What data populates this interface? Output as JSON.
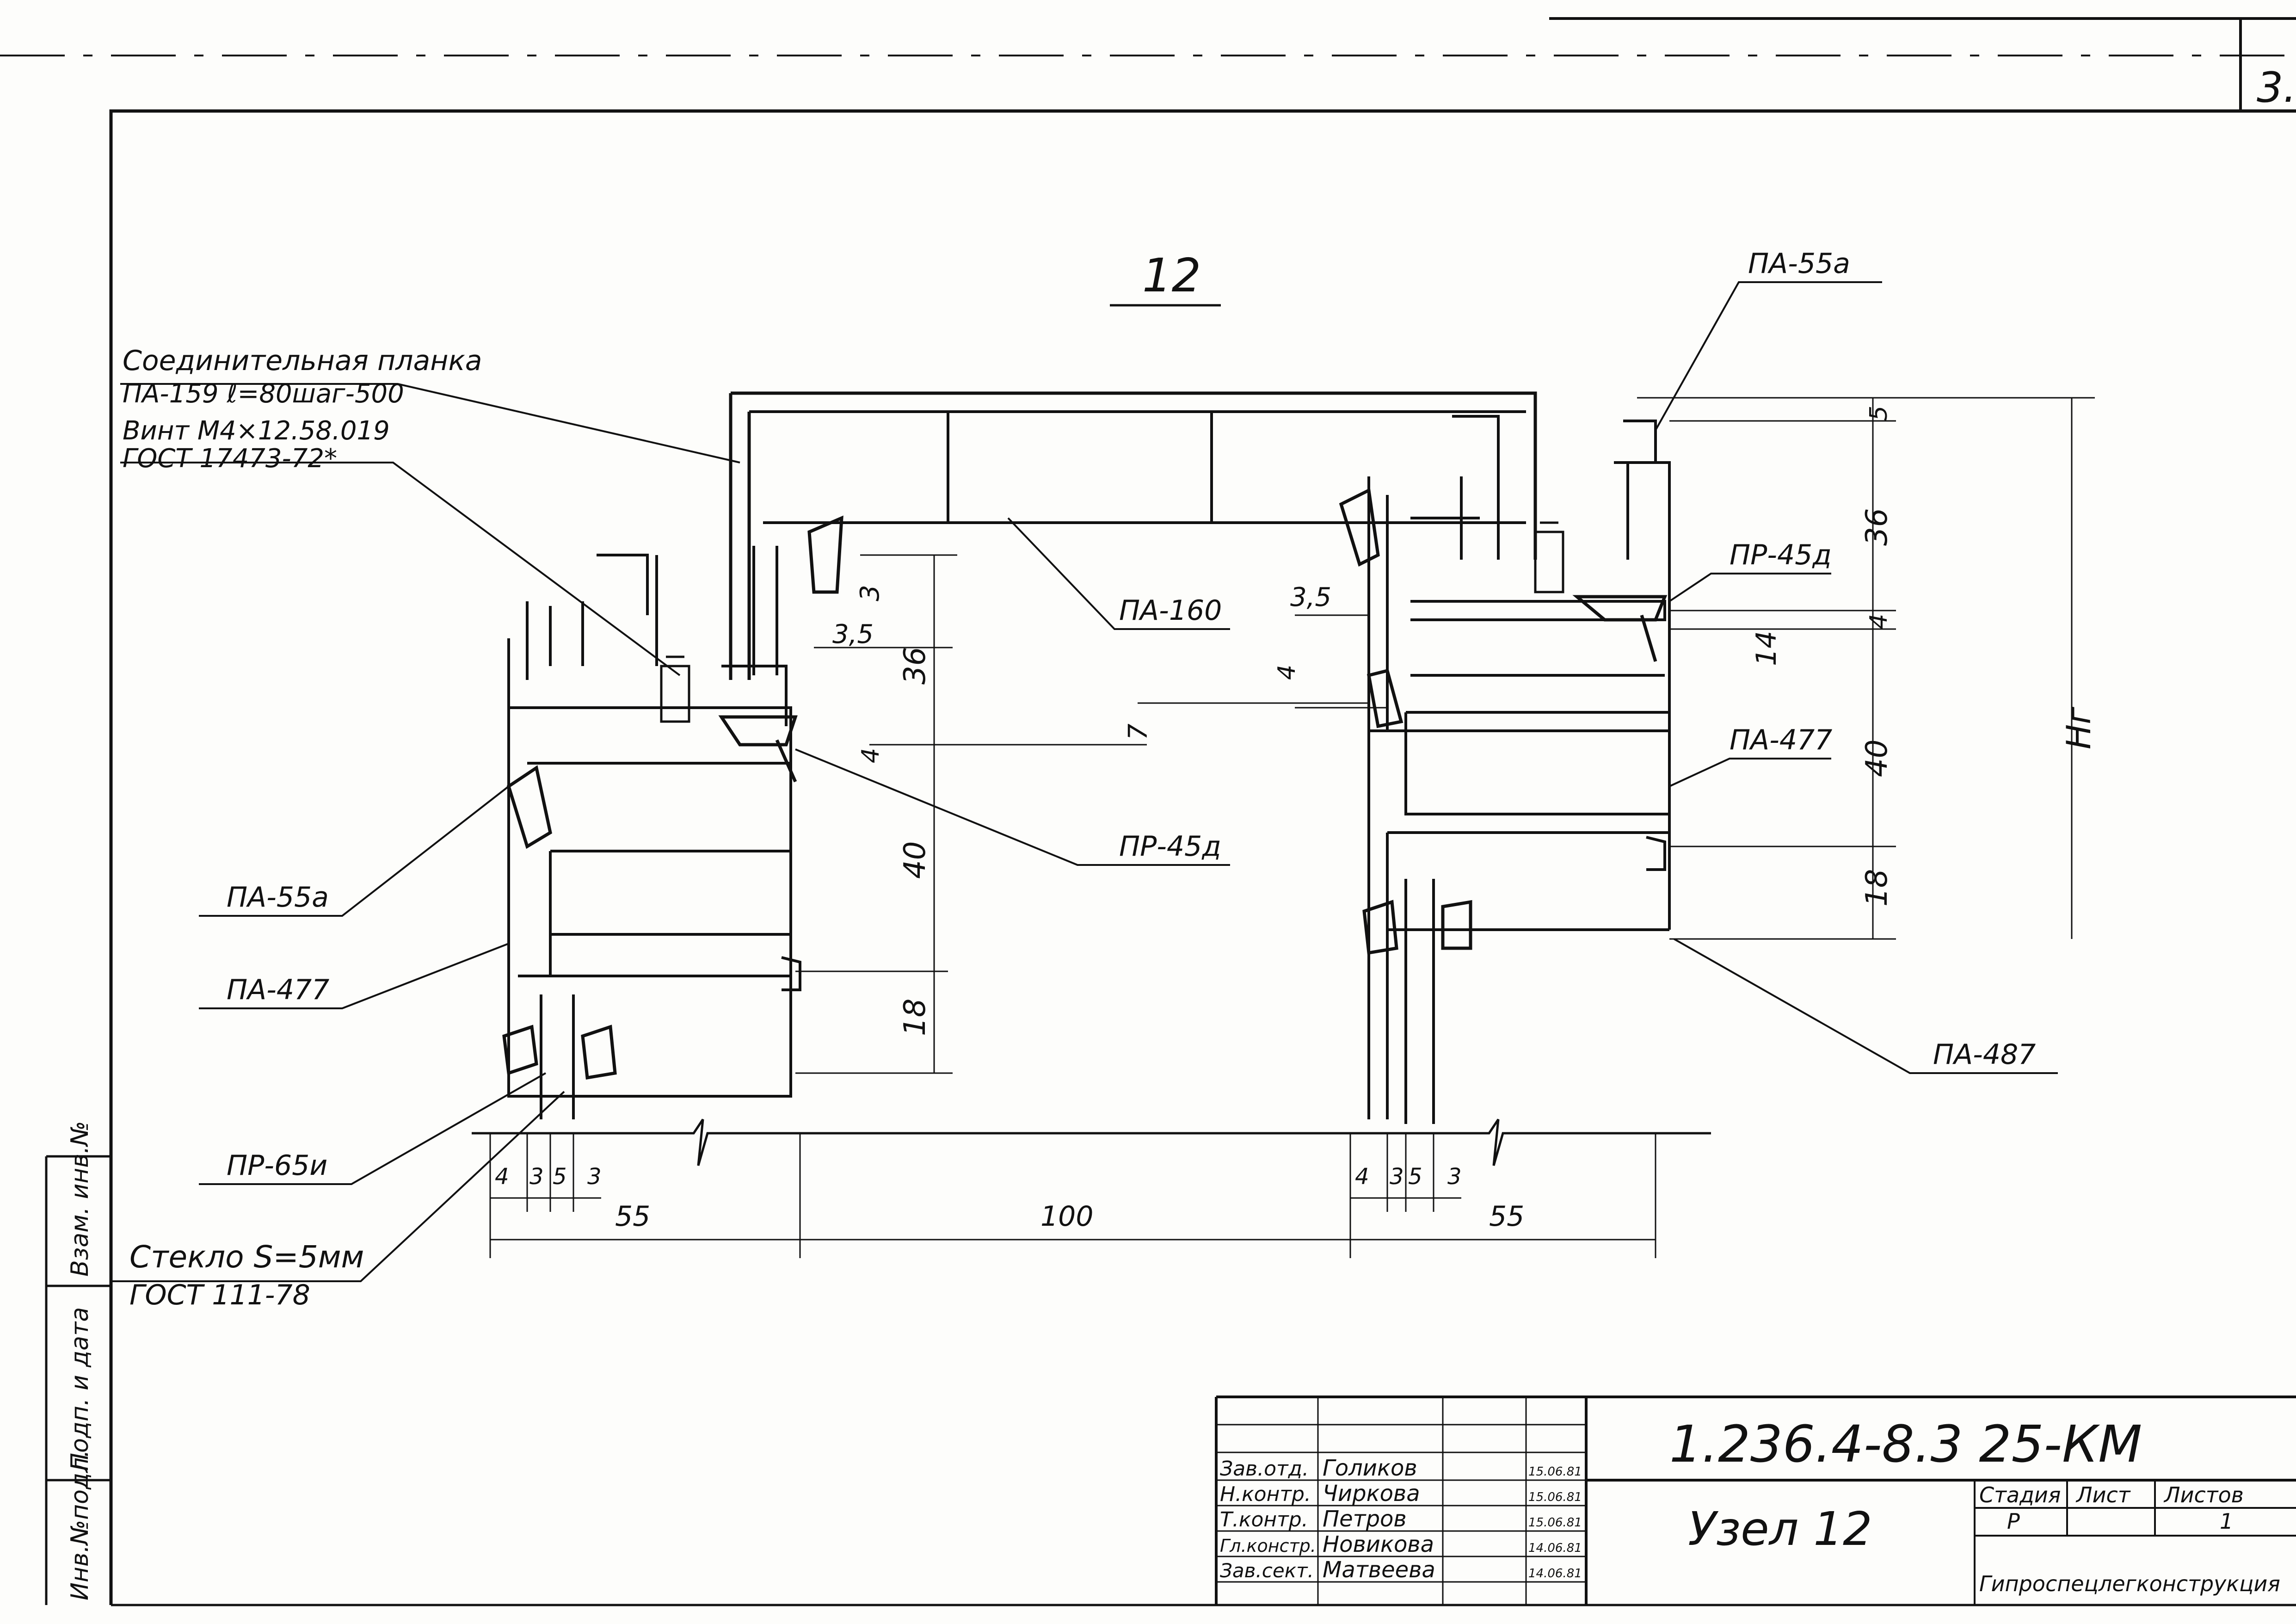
{
  "sheet_corner": "3.",
  "drawing": {
    "title": "12",
    "side_strip": [
      "Инв.№подл.",
      "Подп. и дата",
      "Взам. инв.№"
    ],
    "leaders": {
      "plate_1": "Соединительная планка",
      "plate_2": "ПА-159 ℓ=80шаг-500",
      "screw_1": "Винт М4×12.58.019",
      "screw_2": "ГОСТ 17473-72*",
      "pa55a_left": "ПА-55а",
      "pa477_left": "ПА-477",
      "pr65i": "ПР-65и",
      "glass_1": "Стекло S=5мм",
      "glass_2": "ГОСТ 111-78",
      "pa160": "ПА-160",
      "pr45d_left": "ПР-45д",
      "pa55a_right": "ПА-55а",
      "pr45d_right": "ПР-45д",
      "pa477_right": "ПА-477",
      "pa487": "ПА-487"
    },
    "dims": {
      "d3": "3",
      "d35a": "3,5",
      "d36_left": "36",
      "d4a": "4",
      "d7": "7",
      "d40_left": "40",
      "d18_left": "18",
      "d35b": "3,5",
      "d4b": "4",
      "d5": "5",
      "d36_right": "36",
      "d4c": "4",
      "d14": "14",
      "d40_right": "40",
      "d18_right": "18",
      "hg": "Нг",
      "bl_4": "4",
      "bl_3": "3",
      "bl_5": "5",
      "bl_3b": "3",
      "br_4": "4",
      "br_3": "3",
      "br_5": "5",
      "br_3b": "3",
      "w55_left": "55",
      "w100": "100",
      "w55_right": "55"
    }
  },
  "title_block": {
    "code": "1.236.4-8.3  25-КМ",
    "name": "Узел 12",
    "stage_header": "Стадия",
    "sheet_header": "Лист",
    "sheets_header": "Листов",
    "stage": "Р",
    "sheets": "1",
    "org": "Гипроспецлегконструкция",
    "rows": [
      {
        "role": "Зав.отд.",
        "name": "Голиков",
        "date": "15.06.81"
      },
      {
        "role": "Н.контр.",
        "name": "Чиркова",
        "date": "15.06.81"
      },
      {
        "role": "Т.контр.",
        "name": "Петров",
        "date": "15.06.81"
      },
      {
        "role": "Гл.констр.",
        "name": "Новикова",
        "date": "14.06.81"
      },
      {
        "role": "Зав.сект.",
        "name": "Матвеева",
        "date": "14.06.81"
      }
    ]
  }
}
